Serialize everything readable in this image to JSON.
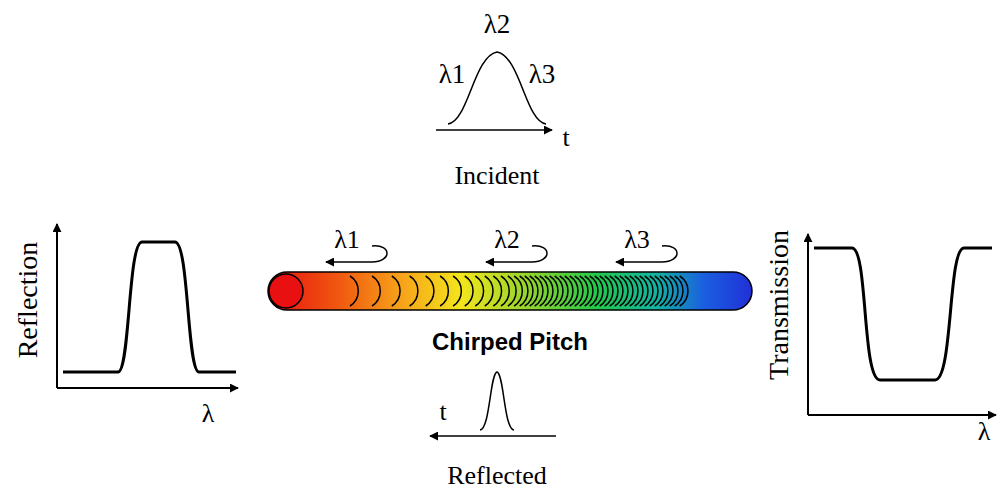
{
  "diagram": {
    "labels": [
      "λ2",
      "λ1",
      "λ3",
      "t",
      "Incident",
      "λ1",
      "λ2",
      "λ3",
      "Reflection",
      "Transmission",
      "Chirped Pitch",
      "λ",
      "t",
      "Reflected",
      "λ"
    ]
  }
}
